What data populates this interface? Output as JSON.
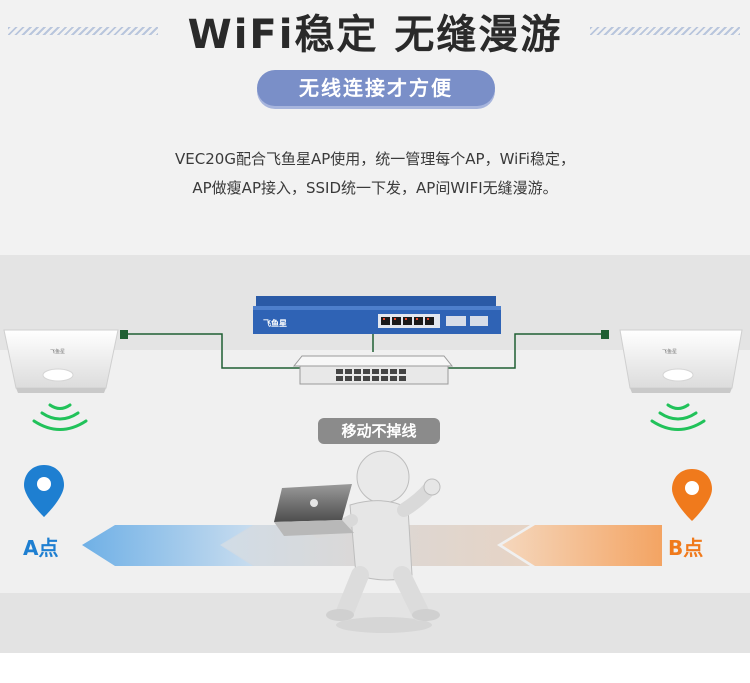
{
  "header": {
    "title": "WiFi稳定  无缝漫游",
    "subtitle_badge": "无线连接才方便"
  },
  "description": {
    "line1": "VEC20G配合飞鱼星AP使用，统一管理每个AP，WiFi稳定，",
    "line2": "AP做瘦AP接入，SSID统一下发，AP间WIFI无缝漫游。"
  },
  "diagram": {
    "router_brand": "飞鱼星",
    "ap_brand": "飞鱼星",
    "moving_label": "移动不掉线",
    "point_a_label": "A点",
    "point_b_label": "B点"
  },
  "colors": {
    "badge": "#7a8fc8",
    "point_a": "#1e7fd1",
    "point_b": "#f07a1c",
    "wifi_signal": "#21c25a",
    "router_body": "#2f63b5",
    "cable": "#1f5f33"
  },
  "icons": {
    "point_a": "location-pin-icon",
    "point_b": "location-pin-icon",
    "signal": "wifi-signal-icon"
  }
}
